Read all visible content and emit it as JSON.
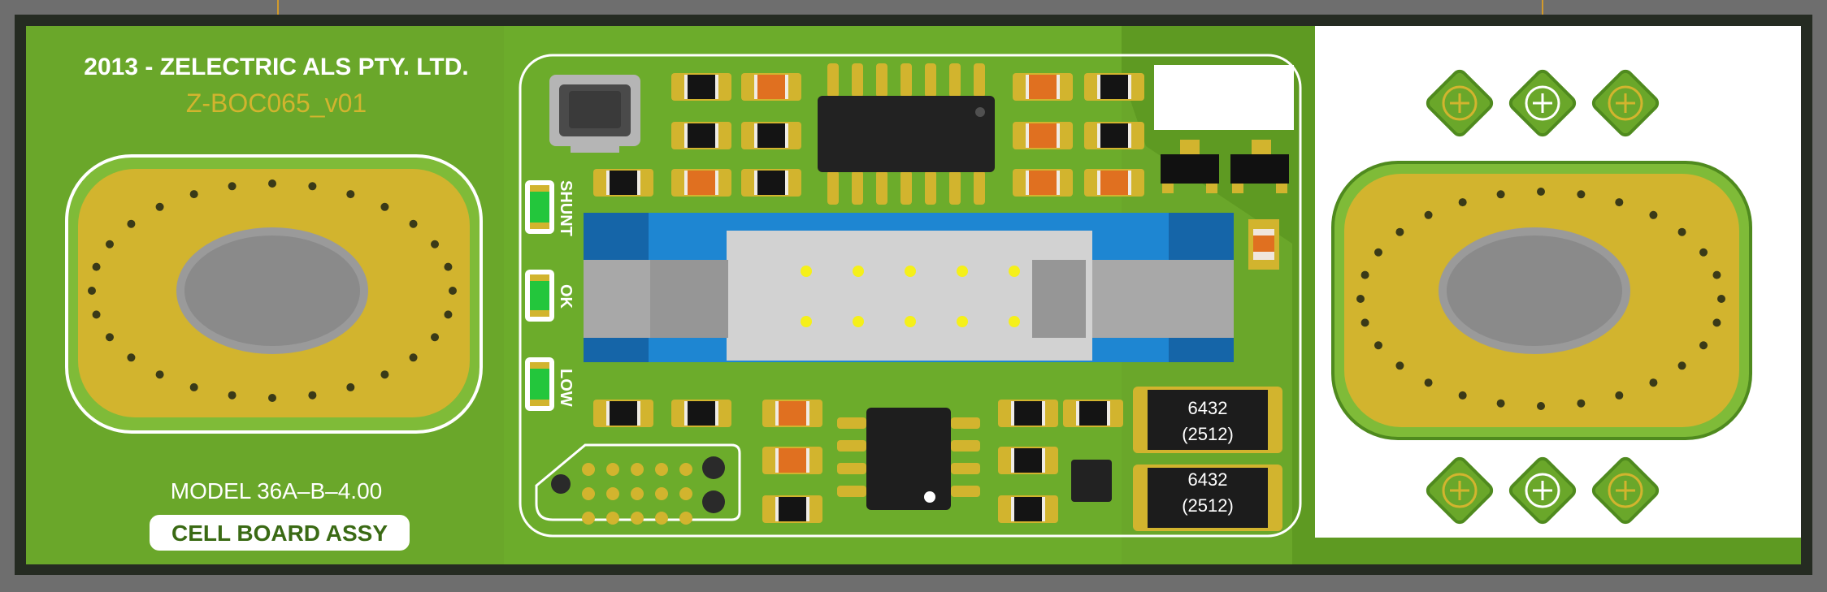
{
  "board": {
    "title_line": "2013 - ZELECTRIC ALS PTY. LTD.",
    "part_number": "Z-BOC065_v01",
    "model": "MODEL 36A–B–4.00",
    "assembly_label": "CELL BOARD ASSY"
  },
  "leds": [
    {
      "label": "SHUNT"
    },
    {
      "label": "OK"
    },
    {
      "label": "LOW"
    }
  ],
  "resistors": [
    {
      "code": "6432",
      "package": "(2512)"
    },
    {
      "code": "6432",
      "package": "(2512)"
    }
  ],
  "colors": {
    "board": "#6aa72a",
    "board_dark": "#4f8a1e",
    "pad_gold": "#d2b42e",
    "connector_blue": "#1e86d2",
    "led_green": "#23c63c",
    "silk": "#ffffff"
  }
}
